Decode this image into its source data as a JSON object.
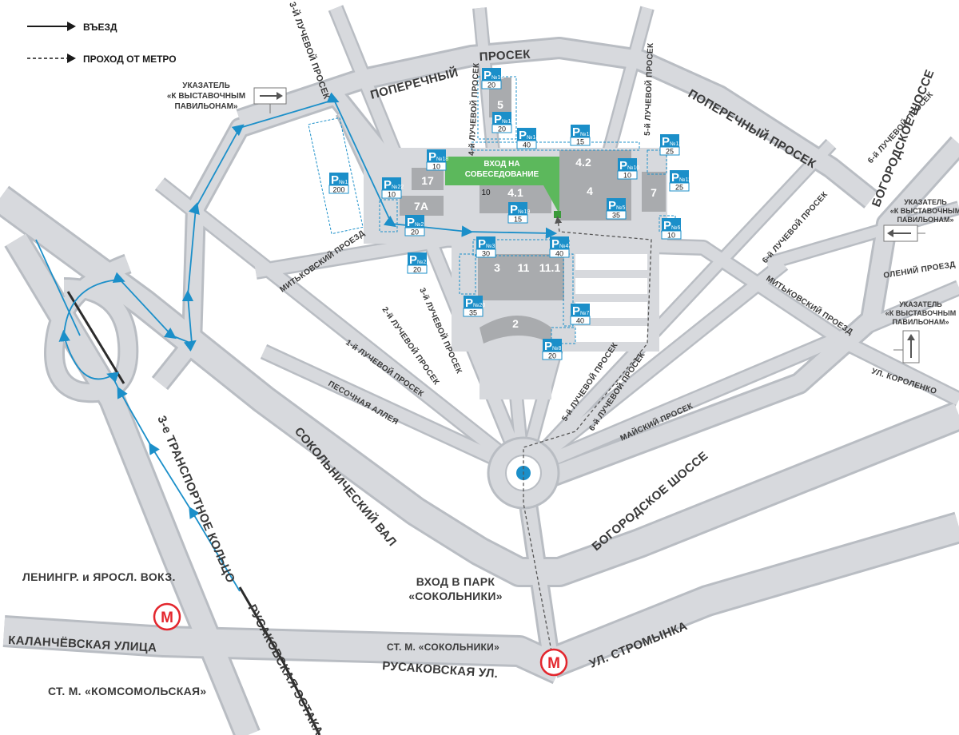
{
  "legend": {
    "entry_label": "ВЪЕЗД",
    "walk_label": "ПРОХОД ОТ МЕТРО"
  },
  "colors": {
    "route": "#1b8fc9",
    "road": "#b9bdc3",
    "building": "#a9abae",
    "entrance": "#5cb85c",
    "metro": "#e3262d"
  },
  "streets": {
    "poperechny_prosek_left": "ПОПЕРЕЧНЫЙ",
    "poperechny_prosek_top": "ПРОСЕК",
    "poperechny_prosek_right": "ПОПЕРЕЧНЫЙ ПРОСЕК",
    "luch3": "3-Й ЛУЧЕВОЙ ПРОСЕК",
    "luch3b": "3-й ЛУЧЕВОЙ ПРОСЕК",
    "luch4": "4-й ЛУЧЕВОЙ ПРОСЕК",
    "luch5a": "5-й ЛУЧЕВОЙ ПРОСЕК",
    "luch5b": "5-й ЛУЧЕВОЙ ПРОСЕК",
    "luch6a": "6-й ЛУЧЕВОЙ ПРОСЕК",
    "luch6b": "6-й ЛУЧЕВОЙ ПРОСЕК",
    "luch6c": "6-й ЛУЧЕВОЙ ПРОСЕК",
    "luch2": "2-й ЛУЧЕВОЙ ПРОСЕК",
    "luch1": "1-й ЛУЧЕВОЙ ПРОСЕК",
    "mitkovsky_left": "МИТЬКОВСКИЙ ПРОЕЗД",
    "mitkovsky_right": "МИТЬКОВСКИЙ ПРОЕЗД",
    "pesochnaya": "ПЕСОЧНАЯ АЛЛЕЯ",
    "maysky": "МАЙСКИЙ ПРОСЕК",
    "olenii": "ОЛЕНИЙ ПРОЕЗД",
    "korolenko": "УЛ. КОРОЛЕНКО",
    "bogorodskoe_top": "БОГОРОДСКОЕ ШОССЕ",
    "bogorodskoe_bottom": "БОГОРОДСКОЕ ШОССЕ",
    "sokolnichesky_val": "СОКОЛЬНИЧЕСКИЙ ВАЛ",
    "ttk": "3-е ТРАНСПОРТНОЕ КОЛЬЦО",
    "rusakovskaya_estakada": "РУСАКОВСКАЯ ЭСТАКАДА",
    "rusakovskaya_ul": "РУСАКОВСКАЯ УЛ.",
    "kalanchevskaya": "КАЛАНЧЁВСКАЯ УЛИЦА",
    "stromynka": "УЛ. СТРОМЫНКА"
  },
  "places": {
    "leningr": "ЛЕНИНГР. и ЯРОСЛ. ВОКЗ.",
    "komsomolskaya": "СТ. М. «КОМСОМОЛЬСКАЯ»",
    "st_sokolniki": "СТ. М. «СОКОЛЬНИКИ»",
    "park_entry_1": "ВХОД В ПАРК",
    "park_entry_2": "«СОКОЛЬНИКИ»",
    "interview_1": "ВХОД НА",
    "interview_2": "СОБЕСЕДОВАНИЕ",
    "metro_letter": "М"
  },
  "signs": {
    "left_1": "УКАЗАТЕЛЬ",
    "left_2": "«К ВЫСТАВОЧНЫМ",
    "left_3": "ПАВИЛЬОНАМ»",
    "right1_1": "УКАЗАТЕЛЬ",
    "right1_2": "«К ВЫСТАВОЧНЫМ",
    "right1_3": "ПАВИЛЬОНАМ»",
    "right2_1": "УКАЗАТЕЛЬ",
    "right2_2": "«К ВЫСТАВОЧНЫМ",
    "right2_3": "ПАВИЛЬОНАМ»"
  },
  "buildings": {
    "b5": "5",
    "b17": "17",
    "b41": "4.1",
    "b42": "4.2",
    "b4": "4",
    "b7": "7",
    "b7a": "7А",
    "b3": "3",
    "b11": "11",
    "b111": "11.1",
    "b2": "2",
    "b10": "10"
  },
  "parking": [
    {
      "p": "P",
      "n": "№16",
      "cap": "20"
    },
    {
      "p": "P",
      "n": "№15",
      "cap": "20"
    },
    {
      "p": "P",
      "n": "№14",
      "cap": "40"
    },
    {
      "p": "P",
      "n": "№13",
      "cap": "15"
    },
    {
      "p": "P",
      "n": "№12",
      "cap": "25"
    },
    {
      "p": "P",
      "n": "№18",
      "cap": "10"
    },
    {
      "p": "P",
      "n": "№10",
      "cap": "10"
    },
    {
      "p": "P",
      "n": "№11",
      "cap": "25"
    },
    {
      "p": "P",
      "n": "№1",
      "cap": "200"
    },
    {
      "p": "P",
      "n": "№22",
      "cap": "10"
    },
    {
      "p": "P",
      "n": "№19",
      "cap": "15"
    },
    {
      "p": "P",
      "n": "№5",
      "cap": "35"
    },
    {
      "p": "P",
      "n": "№6",
      "cap": "10"
    },
    {
      "p": "P",
      "n": "№2",
      "cap": "20"
    },
    {
      "p": "P",
      "n": "№3",
      "cap": "30"
    },
    {
      "p": "P",
      "n": "№4",
      "cap": "40"
    },
    {
      "p": "P",
      "n": "№21",
      "cap": "20"
    },
    {
      "p": "P",
      "n": "№20",
      "cap": "35"
    },
    {
      "p": "P",
      "n": "№7",
      "cap": "40"
    },
    {
      "p": "P",
      "n": "№8",
      "cap": "20"
    }
  ]
}
